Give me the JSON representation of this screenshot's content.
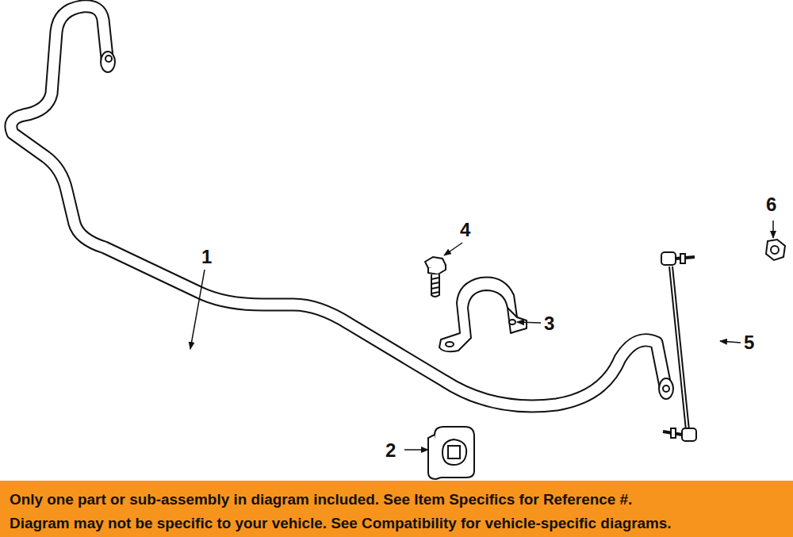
{
  "diagram": {
    "nodes": [
      {
        "text": [
          "Only one part or sub-assembly in diagram included. See Item Specifics for Reference #.",
          "Diagram may not be specific to your vehicle. See Compatibility for vehicle-specific diagrams."
        ]
      }
    ],
    "labels": [
      "1",
      "2",
      "3",
      "4",
      "5",
      "6"
    ]
  }
}
